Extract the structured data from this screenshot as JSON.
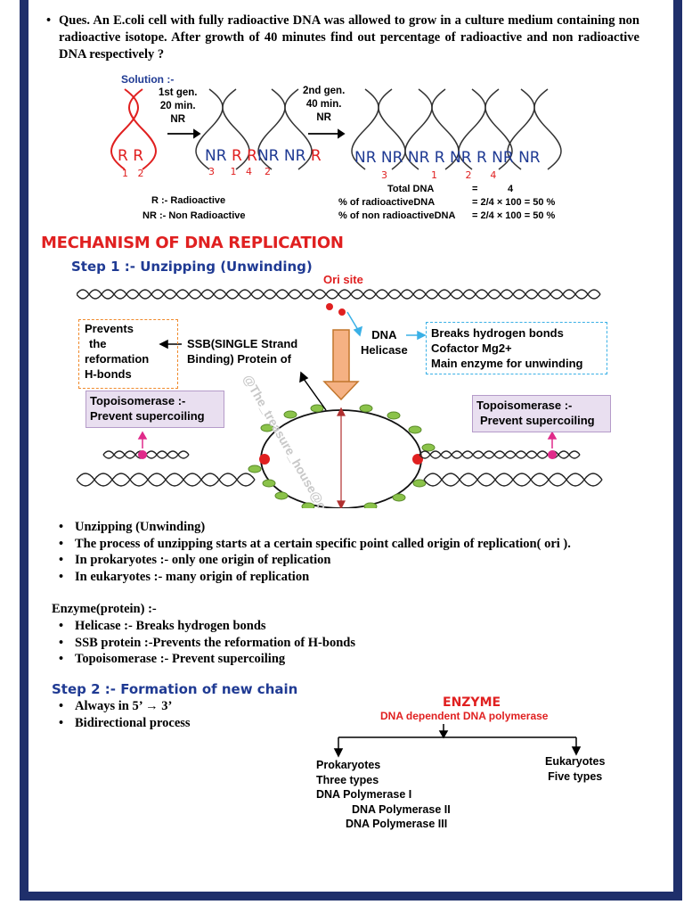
{
  "question": "Ques. An E.coli cell with fully radioactive DNA was allowed to grow in a culture medium containing non radioactive isotope. After growth of 40 minutes find out percentage of radioactive and non radioactive DNA respectively ?",
  "solution": {
    "label": "Solution :-",
    "gen1_line1": "1st gen.",
    "gen1_line2": "20 min.",
    "gen1_line3": "NR",
    "gen2_line1": "2nd gen.",
    "gen2_line2": "40 min.",
    "gen2_line3": "NR",
    "parent_labels": "R R",
    "parent_nums": [
      "1",
      "2"
    ],
    "gen1_labels": [
      "NR",
      "R",
      "R",
      "NR",
      "NR",
      "R"
    ],
    "gen1_nums": [
      "3",
      "1",
      "4",
      "2"
    ],
    "gen2_labels": "NR NR NR R NR R NR NR",
    "gen2_nums": [
      "3",
      "1",
      "2",
      "4"
    ],
    "legend_r": "R :- Radioactive",
    "legend_nr": "NR :- Non Radioactive",
    "total_label": "Total DNA",
    "total_eq": "=",
    "total_val": "4",
    "pct_r_label": "% of radioactiveDNA",
    "pct_r_val": "= 2/4 × 100 = 50 %",
    "pct_nr_label": "% of non radioactiveDNA",
    "pct_nr_val": "= 2/4 × 100 = 50 %"
  },
  "mechanism_title": "MECHANISM OF DNA REPLICATION",
  "step1": {
    "title": "Step 1 :- Unzipping (Unwinding)",
    "ori": "Ori site",
    "prevents": [
      "Prevents",
      "the",
      "reformation",
      "H-bonds"
    ],
    "ssb": [
      "SSB(SINGLE Strand",
      "Binding) Protein of"
    ],
    "dna_helicase": [
      "DNA",
      "Helicase"
    ],
    "helicase_info": [
      "Breaks hydrogen bonds",
      "Cofactor Mg2+",
      "Main enzyme for unwinding"
    ],
    "topo_left": [
      "Topoisomerase :-",
      "Prevent supercoiling"
    ],
    "topo_right": [
      "Topoisomerase :-",
      "Prevent supercoiling"
    ],
    "watermark": "@The_treasure_house@owner_jk"
  },
  "notes": [
    "Unzipping (Unwinding)",
    "The process of unzipping starts at a certain specific point called origin of replication( ori ).",
    "In prokaryotes :- only one origin of replication",
    "In eukaryotes :- many origin of replication"
  ],
  "enzyme_heading": "Enzyme(protein) :-",
  "enzyme_notes": [
    "Helicase :- Breaks hydrogen bonds",
    "SSB protein :-Prevents the reformation of H-bonds",
    "Topoisomerase :- Prevent supercoiling"
  ],
  "step2": {
    "title": "Step 2 :- Formation of new chain",
    "notes": [
      "Always in 5’ → 3’",
      "Bidirectional process"
    ],
    "enzyme": "ENZYME",
    "enzyme_sub": "DNA dependent DNA polymerase",
    "prok": [
      "Prokaryotes",
      "Three types",
      "DNA Polymerase I",
      "DNA Polymerase II",
      "DNA Polymerase III"
    ],
    "euk": [
      "Eukaryotes",
      "Five types"
    ]
  },
  "colors": {
    "accent_red": "#e02020",
    "heading_blue": "#1f3a93",
    "frame": "#1f2f6b",
    "ssb_green": "#8bc34a",
    "topo_pink": "#e02a8a"
  }
}
